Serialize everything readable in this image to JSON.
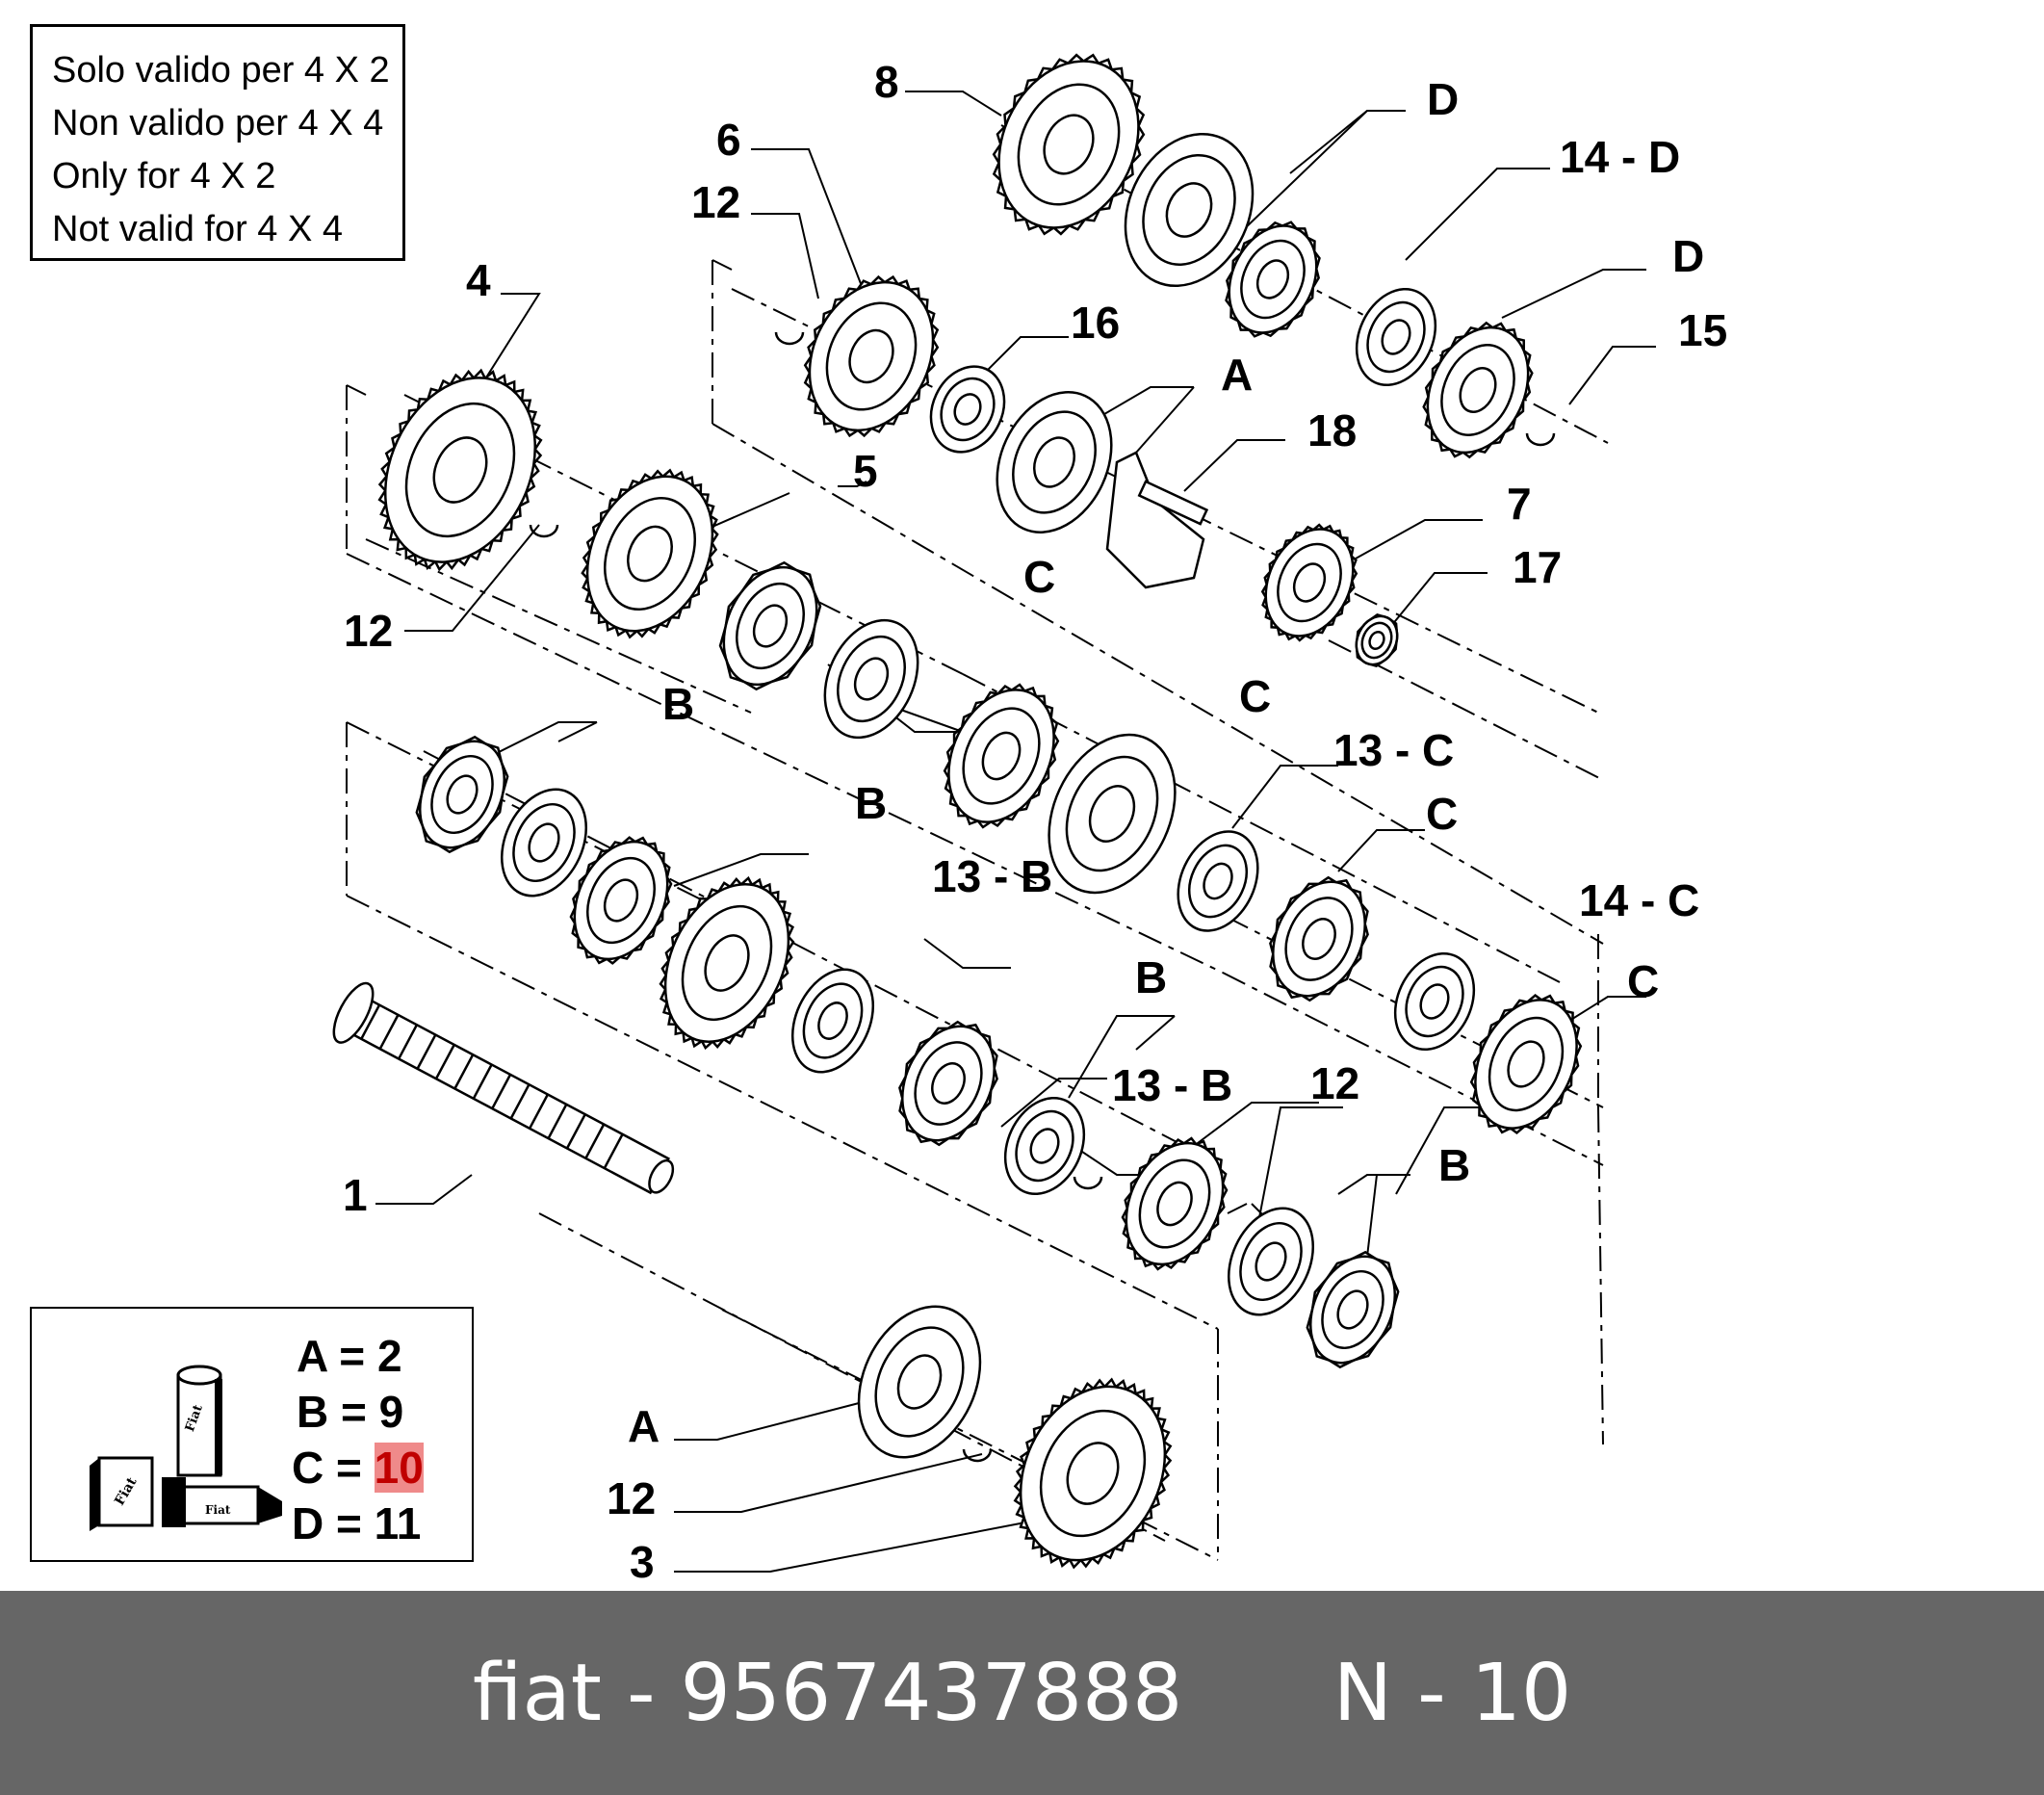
{
  "note": {
    "lines": [
      "Solo valido per 4 X 2",
      "Non valido per 4 X 4",
      "Only for 4 X 2",
      "Not valid for 4 X 4"
    ]
  },
  "legend": {
    "rows": [
      {
        "key": "A",
        "eq": "=",
        "value": "2"
      },
      {
        "key": "B",
        "eq": "=",
        "value": "9"
      },
      {
        "key": "C",
        "eq": "=",
        "value": "10"
      },
      {
        "key": "D",
        "eq": "=",
        "value": "11"
      }
    ],
    "highlight_color": "#ef8a8a"
  },
  "callouts": [
    "8",
    "D",
    "6",
    "12",
    "14 - D",
    "4",
    "16",
    "D",
    "15",
    "A",
    "18",
    "5",
    "7",
    "12",
    "C",
    "17",
    "B",
    "C",
    "13 - C",
    "B",
    "C",
    "13 - B",
    "14 - C",
    "C",
    "B",
    "13 - B",
    "12",
    "1",
    "B",
    "A",
    "12",
    "3"
  ],
  "footer": {
    "brand": "fiat",
    "separator": " - ",
    "part_number": "9567437888",
    "ref": "N - 10"
  },
  "colors": {
    "line": "#000000",
    "footer_bg": "#666666",
    "footer_text": "#ffffff"
  }
}
